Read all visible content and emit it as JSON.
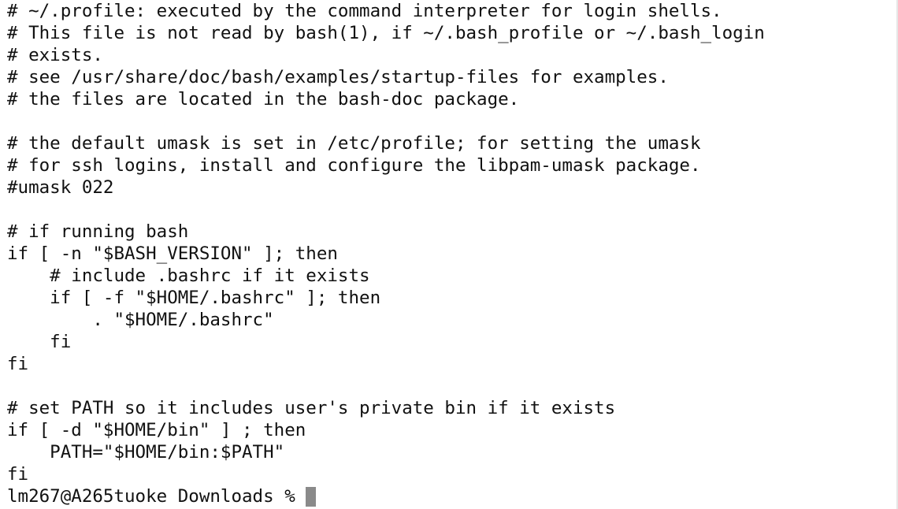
{
  "terminal": {
    "lines": [
      "# ~/.profile: executed by the command interpreter for login shells.",
      "# This file is not read by bash(1), if ~/.bash_profile or ~/.bash_login",
      "# exists.",
      "# see /usr/share/doc/bash/examples/startup-files for examples.",
      "# the files are located in the bash-doc package.",
      "",
      "# the default umask is set in /etc/profile; for setting the umask",
      "# for ssh logins, install and configure the libpam-umask package.",
      "#umask 022",
      "",
      "# if running bash",
      "if [ -n \"$BASH_VERSION\" ]; then",
      "    # include .bashrc if it exists",
      "    if [ -f \"$HOME/.bashrc\" ]; then",
      "        . \"$HOME/.bashrc\"",
      "    fi",
      "fi",
      "",
      "# set PATH so it includes user's private bin if it exists",
      "if [ -d \"$HOME/bin\" ] ; then",
      "    PATH=\"$HOME/bin:$PATH\"",
      "fi"
    ],
    "prompt": "lm267@A265tuoke Downloads %",
    "colors": {
      "background": "#ffffff",
      "text": "#111111",
      "cursor": "#8a8a8a"
    }
  }
}
